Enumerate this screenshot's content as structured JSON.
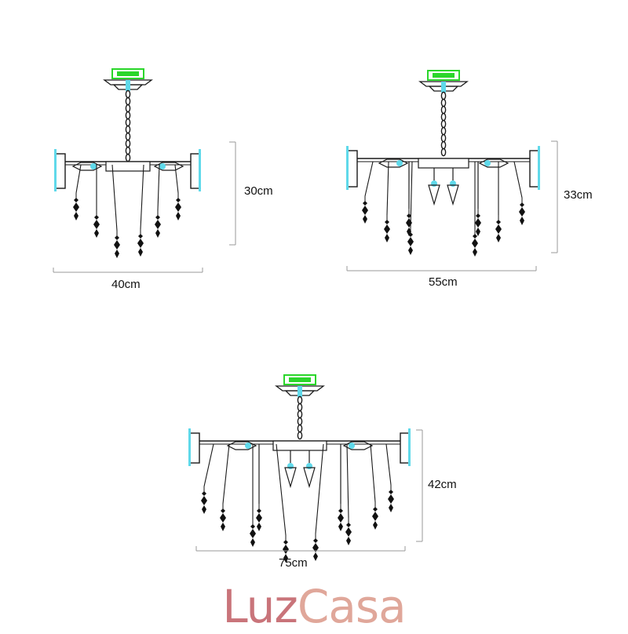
{
  "colors": {
    "line": "#1a1a1a",
    "glass": "#5fd9ea",
    "canopy_mark": "#2bd62b",
    "crystal": "#111111",
    "dimension": "#9a9a9a",
    "brand_primary": "#c9747a",
    "brand_secondary": "#e0a79a"
  },
  "chandeliers": [
    {
      "model": "small",
      "width_label": "40cm",
      "height_label": "30cm",
      "lamps": 2
    },
    {
      "model": "medium",
      "width_label": "55cm",
      "height_label": "33cm",
      "lamps": 4
    },
    {
      "model": "large",
      "width_label": "75cm",
      "height_label": "42cm",
      "lamps": 4
    }
  ],
  "brand": {
    "part1": "Luz",
    "part2": "Casa"
  }
}
